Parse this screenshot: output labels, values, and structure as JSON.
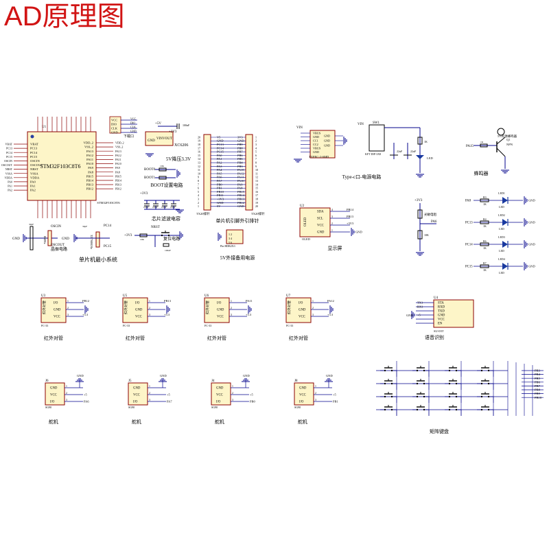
{
  "title": "AD原理图",
  "colors": {
    "title": "#d11414",
    "wire": "#00008b",
    "pin": "#8b0000",
    "text": "#000000",
    "body": "#fdf5c8"
  },
  "blocks": {
    "mcu": {
      "label": "单片机最小系统",
      "chip": "STM32F103C8T6",
      "designator": "U1",
      "download_label": "下载口",
      "download_pins": [
        "VCC",
        "DIO",
        "CLK",
        "GND"
      ],
      "crystal_label": "晶振电路",
      "oscin": "OSCIN",
      "oscout": "OSCOUT",
      "pc14": "PC14",
      "pc15": "PC15",
      "left_pins": [
        "VBAT",
        "PC13",
        "PC14",
        "PC15",
        "OSCIN",
        "OSCOUT",
        "NRST",
        "VSSA",
        "VDDA",
        "PA0",
        "PA1",
        "PA2"
      ],
      "right_pins": [
        "VDD_2",
        "VSS_2",
        "PA13",
        "PA12",
        "PA11",
        "PA10",
        "PA9",
        "PA8",
        "PB15",
        "PB14",
        "PB13",
        "PB12"
      ],
      "cap_1": "30pF",
      "cap_2": "8MHz",
      "cap_3": "32.768KHz"
    },
    "regulator": {
      "label": "5V降压3.3V",
      "chip": "XC6206",
      "vin": "VIN",
      "vout": "VOUT",
      "gnd": "GND",
      "cap": "100nF",
      "net": "+5V",
      "out": "+3V3"
    },
    "boot": {
      "label": "BOOT设置电路",
      "boot0": "BOOT0",
      "boot1": "BOOT1",
      "res": "10K"
    },
    "filter": {
      "label": "芯片滤波电容",
      "net": "+3V3",
      "caps": [
        "100nF",
        "100nF",
        "100nF",
        "100nF"
      ]
    },
    "reset": {
      "label": "复位电路",
      "nrst": "NRST",
      "net": "+3V3",
      "res": "10K",
      "cap": "100nF"
    },
    "header": {
      "label": "单片机引脚外引排针",
      "name_left": "TX20排针",
      "name_right": "TX20排针",
      "left_pins": [
        "V5",
        "GND",
        "PC13",
        "PC14",
        "PC15",
        "PA0",
        "PA1",
        "PA2",
        "PA3",
        "PA4",
        "PA5",
        "PA6",
        "PA7",
        "PB0",
        "PB1",
        "PB10",
        "PB11",
        "+3V3",
        "GND",
        "5V"
      ],
      "right_pins": [
        "3V3",
        "GND",
        "PB9",
        "PB8",
        "PB7",
        "PB6",
        "PB5",
        "PB4",
        "PB3",
        "PA15",
        "PA12",
        "PA11",
        "PA10",
        "PA9",
        "PA8",
        "PB15",
        "PB14",
        "PB13",
        "PB12",
        "GND"
      ]
    },
    "ext5v": {
      "label": "5V外接备用电源",
      "name": "Pin HDR2X3"
    },
    "typec": {
      "label": "Type-c口-电源电路",
      "chip": "TYPEC-2-SMD",
      "switch": "SW1",
      "switch_name": "KFT DIP-3X8",
      "led": "LED",
      "res": "1K",
      "cap1": "22uF",
      "cap2": "22uF",
      "pins": [
        "VBUS",
        "GND",
        "CC1",
        "CC2",
        "VBUS",
        "GND"
      ]
    },
    "buzzer": {
      "label": "蜂鸣器",
      "name": "5V有源蜂鸣器",
      "pin": "PA15",
      "res": "1K",
      "transistor": "Q1",
      "type": "NPN"
    },
    "oled": {
      "label": "显示屏",
      "designator": "U2",
      "name": "OLED",
      "pins": [
        "SDA",
        "SCL",
        "VCC",
        "GND"
      ],
      "nets": [
        "PB14",
        "PB13",
        "+3V3",
        "GND"
      ]
    },
    "ldr": {
      "label": "光敏电阻",
      "net": "PA6",
      "res": "10K"
    },
    "leds": [
      {
        "pin": "PA8",
        "res": "R3",
        "val": "1K",
        "name": "LED1"
      },
      {
        "pin": "PC13",
        "res": "R4",
        "val": "1K",
        "name": "LED2"
      },
      {
        "pin": "PC14",
        "res": "R6",
        "val": "1K",
        "name": "LED3"
      },
      {
        "pin": "PC15",
        "res": "R7",
        "val": "1K",
        "name": "LED4"
      }
    ],
    "ir": [
      {
        "label": "红外对管",
        "designator": "U3",
        "pins": [
          "I/O",
          "GND",
          "VCC"
        ],
        "nets": [
          "PB12",
          "GND",
          "+3.3"
        ],
        "part": "FC-33"
      },
      {
        "label": "红外对管",
        "designator": "U5",
        "pins": [
          "I/O",
          "GND",
          "VCC"
        ],
        "nets": [
          "PB13",
          "GND",
          "+3.3"
        ],
        "part": "FC-33"
      },
      {
        "label": "红外对管",
        "designator": "U6",
        "pins": [
          "I/O",
          "GND",
          "VCC"
        ],
        "nets": [
          "PA11",
          "GND",
          "+3.3"
        ],
        "part": "FC-33"
      },
      {
        "label": "红外对管",
        "designator": "U7",
        "pins": [
          "I/O",
          "GND",
          "VCC"
        ],
        "nets": [
          "PA12",
          "GND",
          "+3.3"
        ],
        "part": "FC-33"
      }
    ],
    "voice": {
      "label": "语音识别",
      "designator": "U4",
      "part": "SU-03T",
      "pins": [
        "STA",
        "RXD",
        "TXD",
        "GND",
        "VCC",
        "EN"
      ],
      "nets": [
        "TX1",
        "RX1",
        "GND",
        "+5"
      ]
    },
    "servos": [
      {
        "label": "舵机",
        "designator": "J6",
        "pins": [
          "GND",
          "VCC",
          "I/O"
        ],
        "nets": [
          "GND",
          "+5",
          "PA6"
        ],
        "part": "SG90"
      },
      {
        "label": "舵机",
        "designator": "J5",
        "pins": [
          "GND",
          "VCC",
          "I/O"
        ],
        "nets": [
          "GND",
          "+5",
          "PA7"
        ],
        "part": "SG90"
      },
      {
        "label": "舵机",
        "designator": "J4",
        "pins": [
          "GND",
          "VCC",
          "I/O"
        ],
        "nets": [
          "GND",
          "+5",
          "PB0"
        ],
        "part": "SG90"
      },
      {
        "label": "舵机",
        "designator": "J8",
        "pins": [
          "GND",
          "VCC",
          "I/O"
        ],
        "nets": [
          "GND",
          "+5",
          "PB1"
        ],
        "part": "SG90"
      }
    ],
    "keypad": {
      "label": "矩阵键盘",
      "nets": [
        "PB3",
        "PB4",
        "PB5",
        "PB6",
        "PB7",
        "PB8",
        "PB9",
        "PB10"
      ]
    }
  }
}
